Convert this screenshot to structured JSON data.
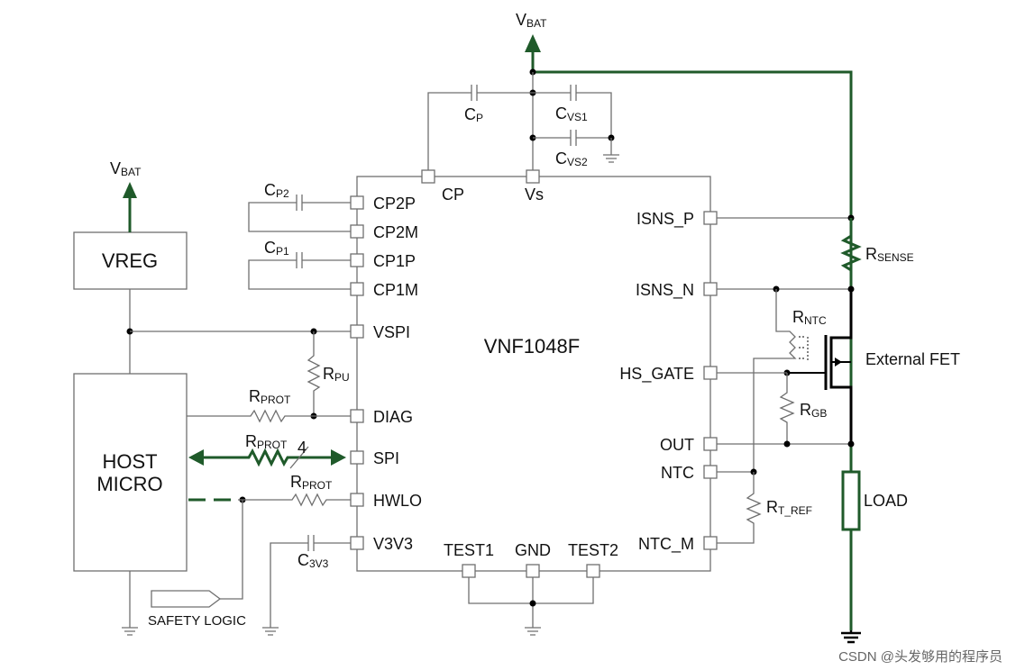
{
  "supply": {
    "vbat_main": {
      "main": "V",
      "sub": "BAT"
    },
    "vbat_left": {
      "main": "V",
      "sub": "BAT"
    }
  },
  "blocks": {
    "vreg": "VREG",
    "host_micro_line1": "HOST",
    "host_micro_line2": "MICRO",
    "ic_name": "VNF1048F"
  },
  "pins_left": [
    "CP2P",
    "CP2M",
    "CP1P",
    "CP1M",
    "VSPI",
    "DIAG",
    "SPI",
    "HWLO",
    "V3V3"
  ],
  "pins_top": [
    "CP",
    "Vs"
  ],
  "pins_right": [
    "ISNS_P",
    "ISNS_N",
    "HS_GATE",
    "OUT",
    "NTC",
    "NTC_M"
  ],
  "pins_bottom": [
    "TEST1",
    "GND",
    "TEST2"
  ],
  "components": {
    "cp": {
      "main": "C",
      "sub": "P"
    },
    "cvs1": {
      "main": "C",
      "sub": "VS1"
    },
    "cvs2": {
      "main": "C",
      "sub": "VS2"
    },
    "cp2": {
      "main": "C",
      "sub": "P2"
    },
    "cp1": {
      "main": "C",
      "sub": "P1"
    },
    "rpu": {
      "main": "R",
      "sub": "PU"
    },
    "rprot_diag": {
      "main": "R",
      "sub": "PROT"
    },
    "rprot_spi": {
      "main": "R",
      "sub": "PROT"
    },
    "rprot_hwlo": {
      "main": "R",
      "sub": "PROT"
    },
    "spi_bus_width": "4",
    "c3v3": {
      "main": "C",
      "sub": "3V3"
    },
    "rsense": {
      "main": "R",
      "sub": "SENSE"
    },
    "rntc": {
      "main": "R",
      "sub": "NTC"
    },
    "rgb": {
      "main": "R",
      "sub": "GB"
    },
    "rtref": {
      "main": "R",
      "sub": "T_REF"
    },
    "external_fet": "External FET",
    "load": "LOAD",
    "safety_logic": "SAFETY LOGIC"
  },
  "watermark": "CSDN @头发够用的程序员",
  "colors": {
    "bus": "#1f5a2a",
    "wire": "#6f6f6f"
  }
}
